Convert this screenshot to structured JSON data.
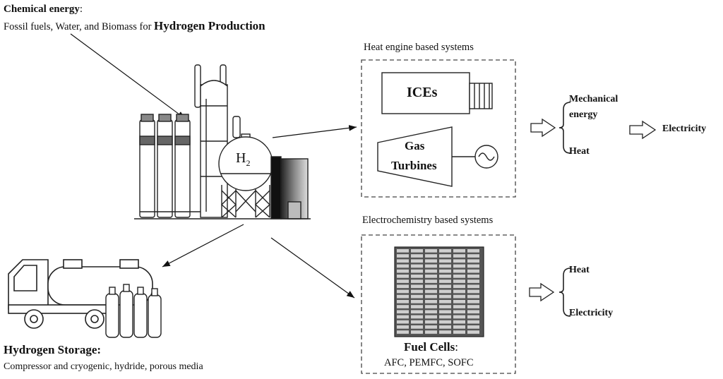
{
  "production": {
    "title": "Chemical energy",
    "colon": ":",
    "subtitle_prefix": "Fossil fuels, Water, and Biomass for",
    "subtitle_bold": "Hydrogen Production"
  },
  "plant": {
    "h2_symbol": "H",
    "h2_subscript": "2"
  },
  "heat_engine": {
    "title": "Heat engine based systems",
    "ices": "ICEs",
    "gas": "Gas",
    "turbines": "Turbines",
    "outputs": {
      "mechanical": "Mechanical",
      "energy": "energy",
      "heat": "Heat"
    },
    "final": "Electricity"
  },
  "electrochem": {
    "title": "Electrochemistry based systems",
    "fuel_cells": "Fuel Cells",
    "colon": ":",
    "types": "AFC, PEMFC, SOFC",
    "outputs": {
      "heat": "Heat",
      "electricity": "Electricity"
    }
  },
  "storage": {
    "title": "Hydrogen Storage:",
    "subtitle": "Compressor and cryogenic, hydride, porous media"
  }
}
